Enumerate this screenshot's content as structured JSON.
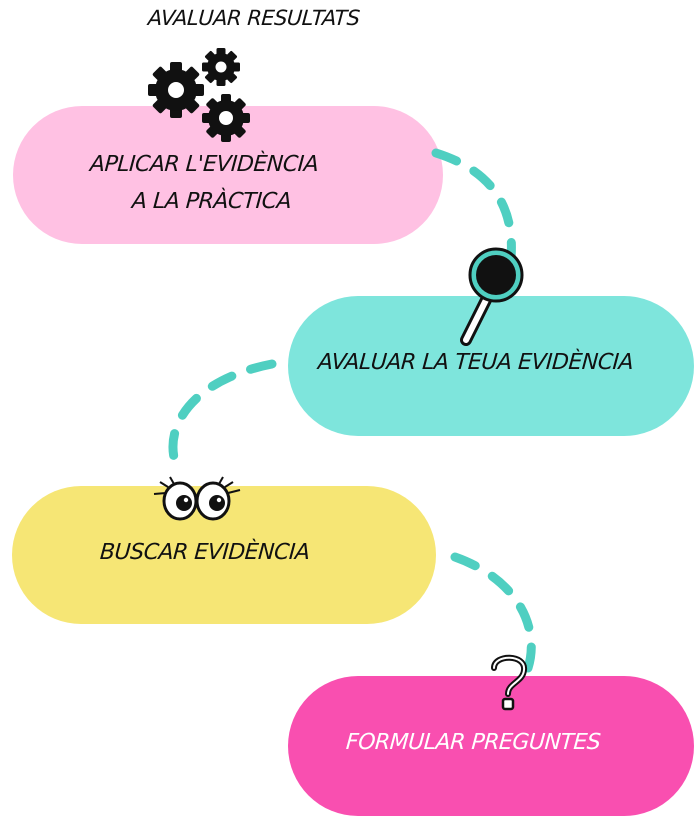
{
  "diagram": {
    "title": "AVALUAR RESULTATS",
    "steps": [
      {
        "id": "aplicar",
        "line1": "APLICAR L'EVIDÈNCIA",
        "line2": "A LA PRÀCTICA",
        "fill": "#ffc1e3",
        "icon": "gears-icon"
      },
      {
        "id": "avaluar",
        "line1": "AVALUAR LA TEUA EVIDÈNCIA",
        "fill": "#7ee5dc",
        "icon": "magnifier-icon"
      },
      {
        "id": "buscar",
        "line1": "BUSCAR EVIDÈNCIA",
        "fill": "#f6e675",
        "icon": "eyes-icon"
      },
      {
        "id": "formular",
        "line1": "FORMULAR PREGUNTES",
        "fill": "#f94fb0",
        "text_color": "#ffffff",
        "icon": "question-mark-icon"
      }
    ],
    "connector_color": "#4fcfc1"
  }
}
